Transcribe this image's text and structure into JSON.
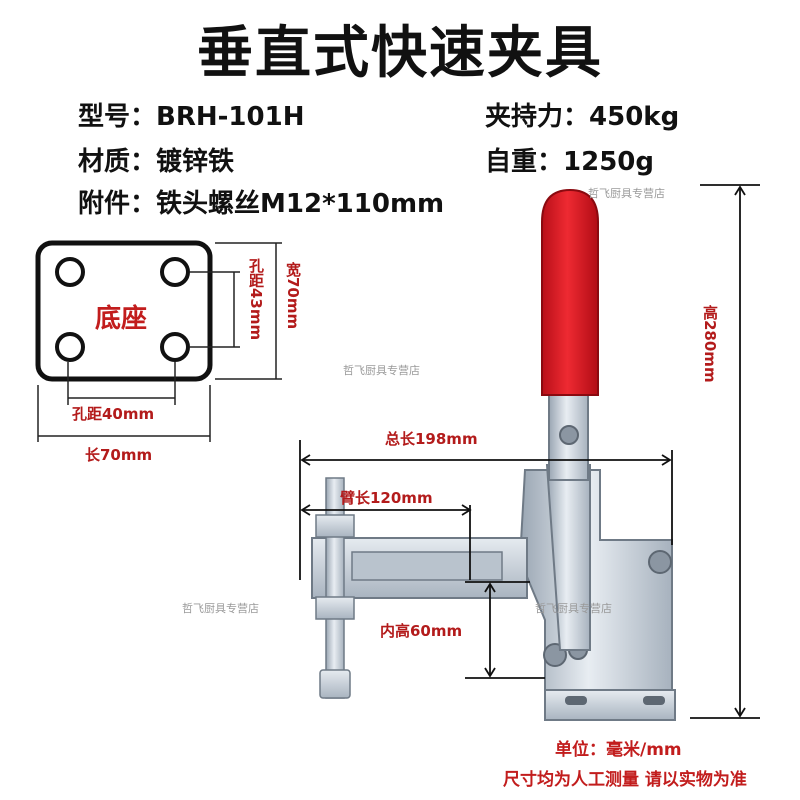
{
  "title": "垂直式快速夹具",
  "specs": {
    "model": {
      "label": "型号",
      "value": "BRH-101H"
    },
    "material": {
      "label": "材质",
      "value": "镀锌铁"
    },
    "accessory": {
      "label": "附件",
      "value": "铁头螺丝M12*110mm"
    },
    "holding_force": {
      "label": "夹持力",
      "value": "450kg"
    },
    "weight": {
      "label": "自重",
      "value": "1250g"
    },
    "separator": "："
  },
  "base": {
    "label": "底座",
    "hole_spacing_h": "孔距40mm",
    "length": "长70mm",
    "hole_spacing_v": "孔距43mm",
    "width": "宽70mm"
  },
  "dimensions": {
    "total_length": "总长198mm",
    "arm_length": "臂长120mm",
    "inner_height": "内高60mm",
    "height": "高280mm"
  },
  "watermark": "哲飞厨具专营店",
  "unit_note": "单位：毫米/mm",
  "disclaimer": "尺寸均为人工测量 请以实物为准",
  "colors": {
    "handle": "#d9141e",
    "dimension_text": "#b31b1b",
    "metal": "#cfd7e0"
  }
}
